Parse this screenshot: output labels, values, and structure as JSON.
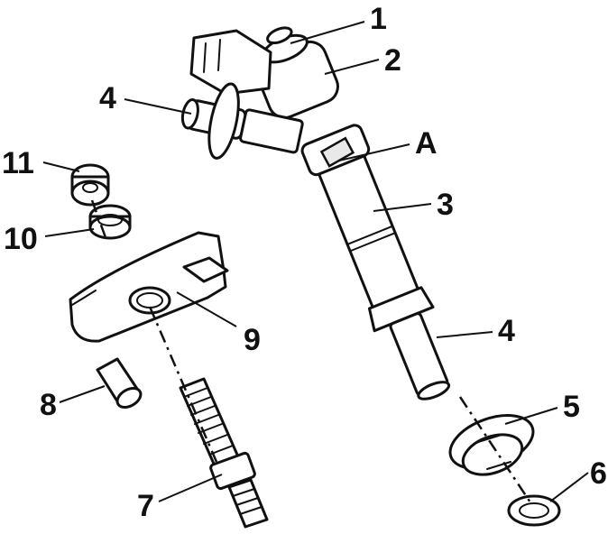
{
  "diagram": {
    "callouts": {
      "c1": "1",
      "c2": "2",
      "cA": "A",
      "c3": "3",
      "c4_top": "4",
      "c4_bottom": "4",
      "c5": "5",
      "c6": "6",
      "c7": "7",
      "c8": "8",
      "c9": "9",
      "c10": "10",
      "c11": "11"
    }
  }
}
